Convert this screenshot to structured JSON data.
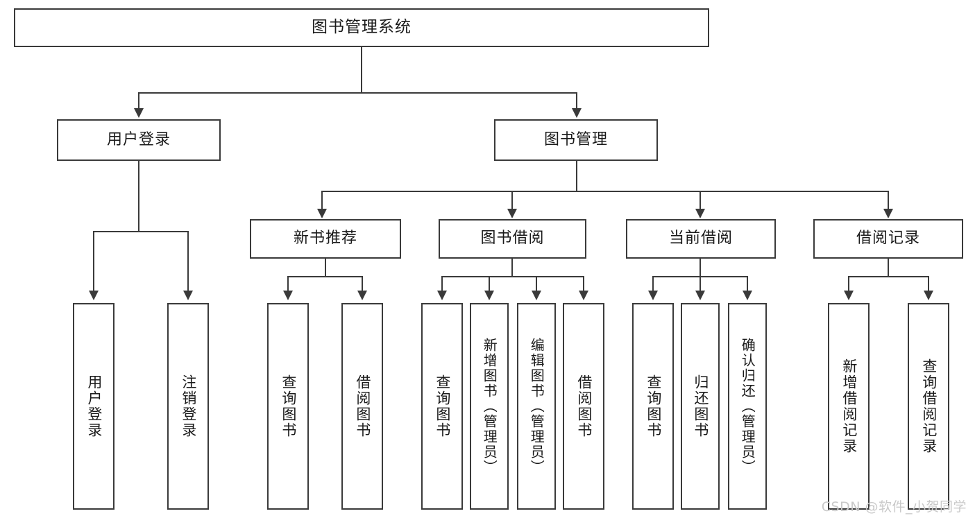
{
  "diagram": {
    "title": "图书管理系统",
    "type": "tree-hierarchy-chart",
    "root": {
      "label": "图书管理系统"
    },
    "level2": [
      {
        "label": "用户登录"
      },
      {
        "label": "图书管理"
      }
    ],
    "level3": [
      {
        "label": "新书推荐"
      },
      {
        "label": "图书借阅"
      },
      {
        "label": "当前借阅"
      },
      {
        "label": "借阅记录"
      }
    ],
    "leaves": {
      "user_login": [
        {
          "label": "用户登录"
        },
        {
          "label": "注销登录"
        }
      ],
      "new_book_recommend": [
        {
          "label": "查询图书"
        },
        {
          "label": "借阅图书"
        }
      ],
      "book_borrow": [
        {
          "label": "查询图书"
        },
        {
          "label": "新增图书（管理员）"
        },
        {
          "label": "编辑图书（管理员）"
        },
        {
          "label": "借阅图书"
        }
      ],
      "current_borrow": [
        {
          "label": "查询图书"
        },
        {
          "label": "归还图书"
        },
        {
          "label": "确认归还（管理员）"
        }
      ],
      "borrow_record": [
        {
          "label": "新增借阅记录"
        },
        {
          "label": "查询借阅记录"
        }
      ]
    }
  },
  "watermark": {
    "text": "CSDN @软件_小贺同学"
  },
  "colors": {
    "stroke": "#3a3a3a",
    "text": "#1a1a1a",
    "background": "#ffffff",
    "watermark": "#c9c9c9"
  }
}
